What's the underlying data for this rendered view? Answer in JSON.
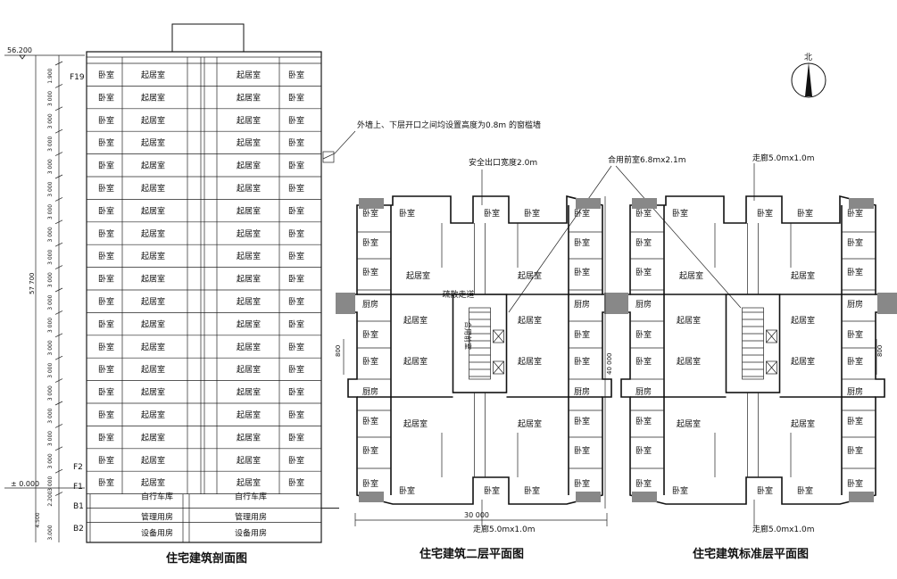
{
  "section": {
    "title": "住宅建筑剖面图",
    "top_elev": "56.200",
    "zero_elev": "± 0.000",
    "total_height": "57 700",
    "floor_labels": {
      "top": "F19",
      "f2": "F2",
      "f1": "F1",
      "b1": "B1",
      "b2": "B2"
    },
    "dims": {
      "top": "1.900",
      "std": "3 000",
      "f1": "2.200",
      "b1": "4.500",
      "b2": "3.000"
    },
    "room_bedroom": "卧室",
    "room_living": "起居室",
    "f1_room": "自行车库",
    "b1_room": "管理用房",
    "b2_room": "设备用房"
  },
  "notes": {
    "window_wall": "外墙上、下层开口之间均设置高度为0.8m 的窗槛墙",
    "exit_width": "安全出口宽度2.0m",
    "shared_lobby": "合用前室6.8mx2.1m",
    "corridor": "走廊5.0mx1.0m",
    "evac_corridor": "疏散走道",
    "lobby_label": "合用前室",
    "dim_800": "800",
    "dim_30000": "30 000",
    "dim_40000": "40 000"
  },
  "plan2": {
    "title": "住宅建筑二层平面图",
    "bedroom": "卧室",
    "living": "起居室",
    "kitchen": "厨房"
  },
  "plan_std": {
    "title": "住宅建筑标准层平面图",
    "bedroom": "卧室",
    "living": "起居室",
    "kitchen": "厨房"
  },
  "north": {
    "label": "北"
  }
}
